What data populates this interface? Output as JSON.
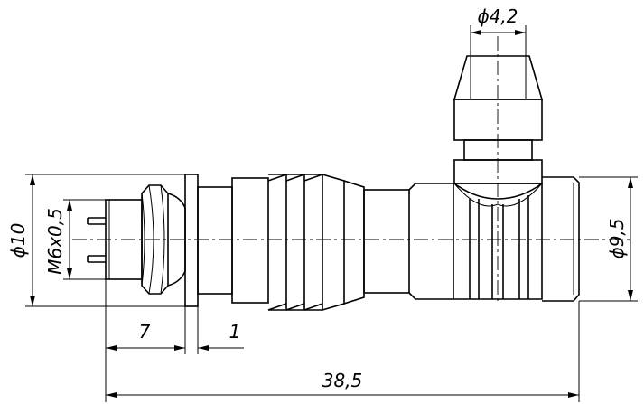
{
  "dimensions": {
    "d10": "ϕ10",
    "thread": "M6x0,5",
    "d42": "ϕ4,2",
    "d95": "ϕ9,5",
    "l7": "7",
    "l1": "1",
    "l385": "38,5"
  }
}
